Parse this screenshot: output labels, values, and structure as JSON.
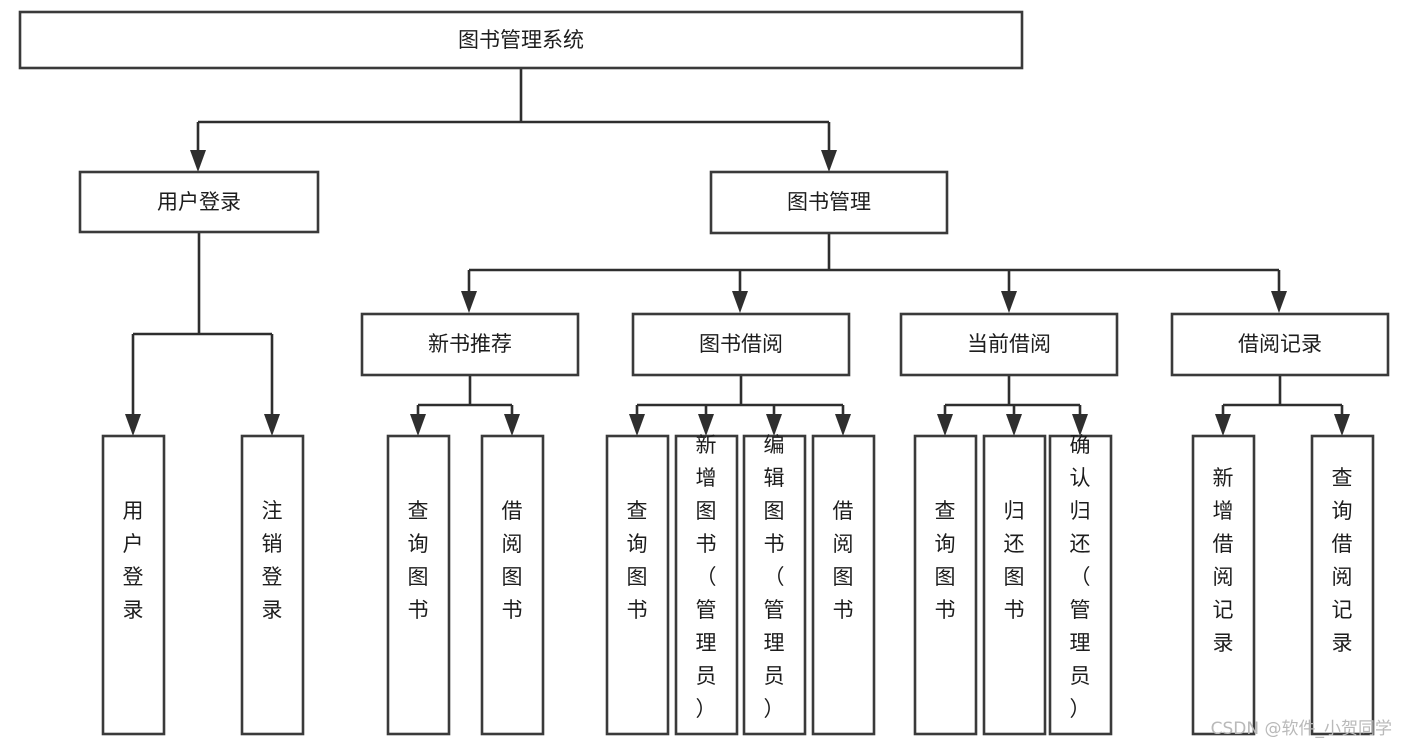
{
  "diagram": {
    "type": "tree",
    "title": "图书管理系统",
    "root": {
      "label": "图书管理系统"
    },
    "level2": [
      {
        "label": "用户登录"
      },
      {
        "label": "图书管理"
      }
    ],
    "level3": [
      {
        "label": "新书推荐"
      },
      {
        "label": "图书借阅"
      },
      {
        "label": "当前借阅"
      },
      {
        "label": "借阅记录"
      }
    ],
    "leaves": [
      {
        "label": "用户登录"
      },
      {
        "label": "注销登录"
      },
      {
        "label": "查询图书"
      },
      {
        "label": "借阅图书"
      },
      {
        "label": "查询图书"
      },
      {
        "label": "新增图书（管理员）"
      },
      {
        "label": "编辑图书（管理员）"
      },
      {
        "label": "借阅图书"
      },
      {
        "label": "查询图书"
      },
      {
        "label": "归还图书"
      },
      {
        "label": "确认归还（管理员）"
      },
      {
        "label": "新增借阅记录"
      },
      {
        "label": "查询借阅记录"
      }
    ]
  },
  "watermark": {
    "text": "CSDN @软件_小贺同学"
  },
  "colors": {
    "box_stroke": "#3a3a3a",
    "connector": "#2e2e2e",
    "text": "#1d1d1d",
    "background": "#ffffff",
    "watermark": "#b9b9b9"
  }
}
